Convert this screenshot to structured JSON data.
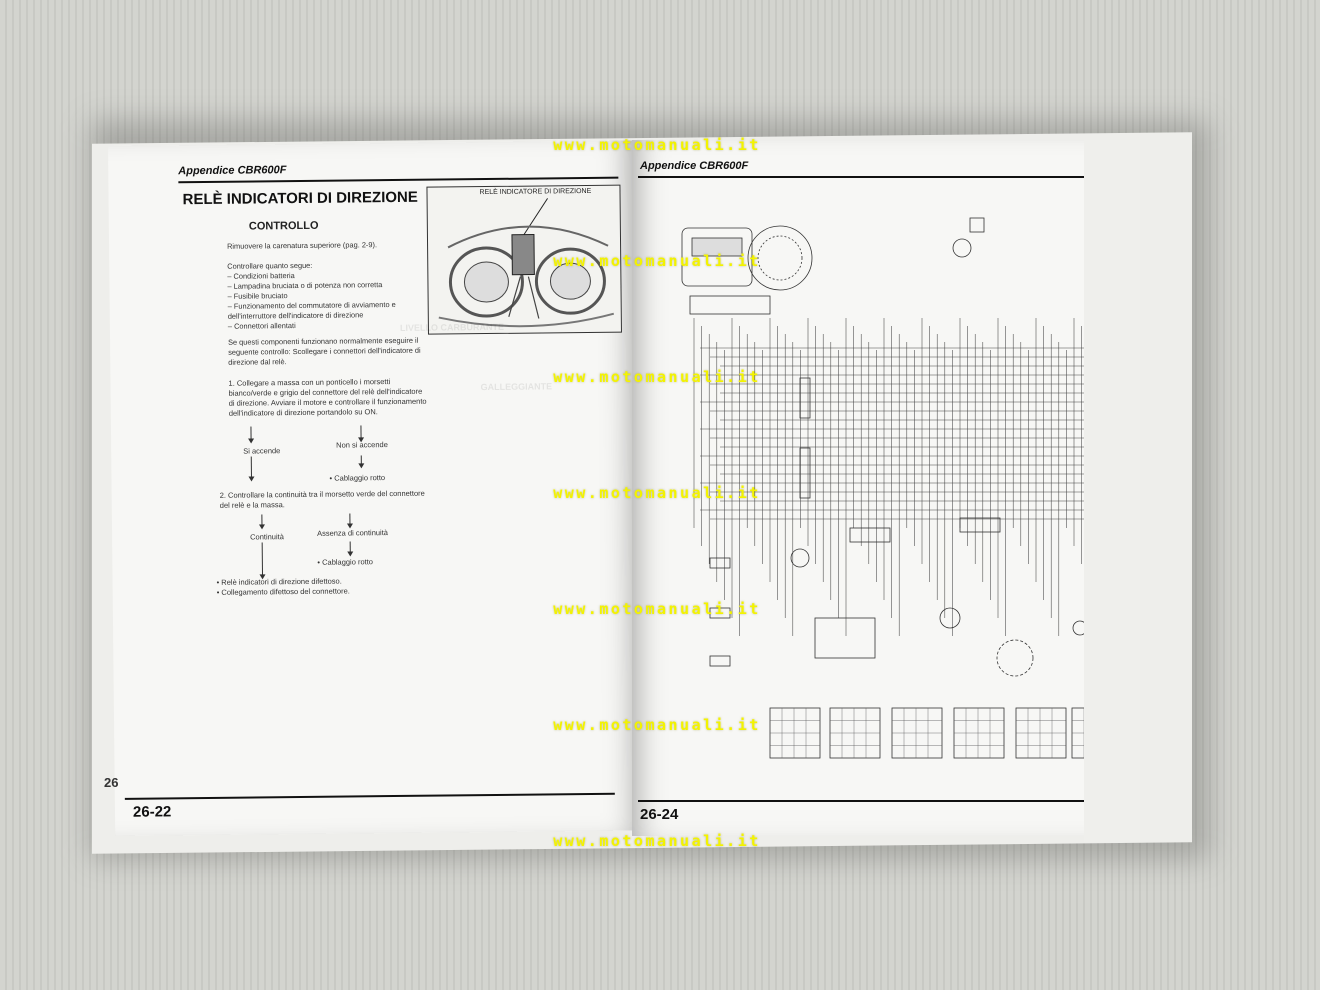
{
  "left_page": {
    "header": "Appendice CBR600F",
    "title": "Relè indicatori di direzione",
    "section": "CONTROLLO",
    "intro": "Rimuovere la carenatura superiore (pag. 2-9).",
    "check_heading": "Controllare quanto segue:",
    "checks": [
      "– Condizioni batteria",
      "– Lampadina bruciata o di potenza non corretta",
      "– Fusibile bruciato",
      "– Funzionamento del commutatore di avviamento e dell'interruttore dell'indicatore di direzione",
      "– Connettori allentati"
    ],
    "paragraph": "Se questi componenti funzionano normalmente eseguire il seguente controllo: Scollegare i connettori dell'indicatore di direzione dal relè.",
    "figure_label": "RELÈ INDICATORE DI DIREZIONE",
    "step1": "1. Collegare a massa con un ponticello i morsetti bianco/verde e grigio del connettore del relè dell'indicatore di direzione. Avviare il motore e controllare il funzionamento dell'indicatore di direzione portandolo su ON.",
    "step1_yes": "Si accende",
    "step1_no": "Non si accende",
    "step1_no_result": "• Cablaggio rotto",
    "step2": "2. Controllare la continuità tra il morsetto verde del connettore del relè e la massa.",
    "step2_yes": "Continuità",
    "step2_no": "Assenza di continuità",
    "step2_no_result": "• Cablaggio rotto",
    "final1": "• Relè indicatori di direzione difettoso.",
    "final2": "• Collegamento difettoso del connettore.",
    "page_number": "26-22",
    "edge_number": "26"
  },
  "right_page": {
    "header": "Appendice CBR600F",
    "page_number": "26-24"
  },
  "watermark": "www.motomanuali.it"
}
